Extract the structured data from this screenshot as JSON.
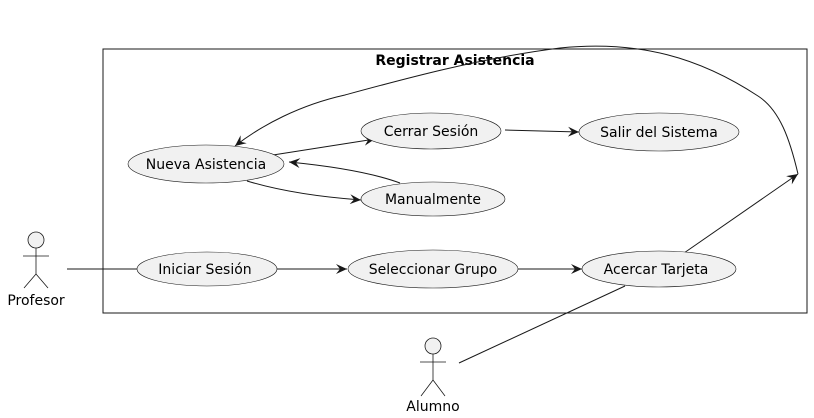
{
  "boundary": {
    "title": "Registrar Asistencia"
  },
  "actors": {
    "profesor": "Profesor",
    "alumno": "Alumno"
  },
  "use_cases": {
    "nueva_asistencia": "Nueva Asistencia",
    "cerrar_sesion": "Cerrar Sesión",
    "salir_sistema": "Salir del Sistema",
    "manualmente": "Manualmente",
    "iniciar_sesion": "Iniciar Sesión",
    "seleccionar_grupo": "Seleccionar Grupo",
    "acercar_tarjeta": "Acercar Tarjeta"
  }
}
